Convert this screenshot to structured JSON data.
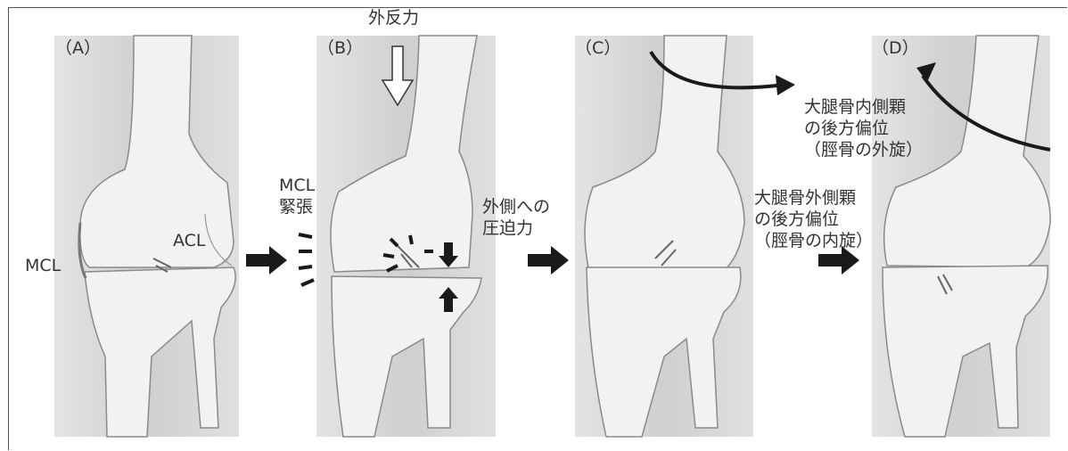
{
  "panels": [
    {
      "id": "A",
      "label": "（A）"
    },
    {
      "id": "B",
      "label": "（B）"
    },
    {
      "id": "C",
      "label": "（C）"
    },
    {
      "id": "D",
      "label": "（D）"
    }
  ],
  "labels": {
    "mcl": "MCL",
    "acl": "ACL",
    "valgus_force": "外反力",
    "mcl_tension_line1": "MCL",
    "mcl_tension_line2": "緊張",
    "lateral_compression_line1": "外側への",
    "lateral_compression_line2": "圧迫力",
    "lateral_condyle_line1": "大腿骨外側顆",
    "lateral_condyle_line2": "の後方偏位",
    "lateral_condyle_line3": "（脛骨の内旋）",
    "medial_condyle_line1": "大腿骨内側顆",
    "medial_condyle_line2": "の後方偏位",
    "medial_condyle_line3": "（脛骨の外旋）"
  },
  "colors": {
    "bone_bg": "#d6d6d6",
    "bone_fill": "#f2f2f2",
    "bone_line": "#8a8a8a",
    "arrow": "#1a1a1a"
  },
  "icons": [
    "right-arrow-icon",
    "down-outline-arrow-icon",
    "tension-dash-icon",
    "curved-rotation-arrow-icon"
  ]
}
